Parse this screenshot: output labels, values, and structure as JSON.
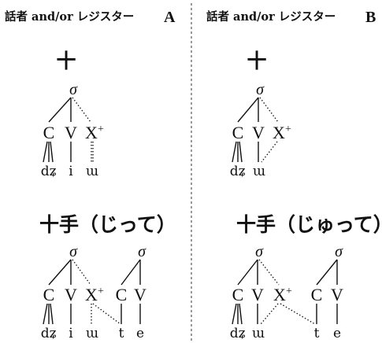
{
  "panel_a": {
    "header": "話者 and/or レジスター",
    "header_letter": "A",
    "word1": {
      "label": "十",
      "sigma": "σ",
      "nodes": [
        "C",
        "V",
        "X"
      ],
      "x_sup": "+",
      "segments": [
        "dʑ",
        "i",
        "ɯ"
      ]
    },
    "word2": {
      "label": "十手（じって）",
      "sigma1": "σ",
      "sigma2": "σ",
      "nodes1": [
        "C",
        "V",
        "X"
      ],
      "x_sup": "+",
      "nodes2": [
        "C",
        "V"
      ],
      "segments": [
        "dʑ",
        "i",
        "ɯ",
        "t",
        "e"
      ]
    }
  },
  "panel_b": {
    "header": "話者 and/or レジスター",
    "header_letter": "B",
    "word1": {
      "label": "十",
      "sigma": "σ",
      "nodes": [
        "C",
        "V",
        "X"
      ],
      "x_sup": "+",
      "segments": [
        "dʑ",
        "ɯ"
      ]
    },
    "word2": {
      "label": "十手（じゅって）",
      "sigma1": "σ",
      "sigma2": "σ",
      "nodes1": [
        "C",
        "V",
        "X"
      ],
      "x_sup": "+",
      "nodes2": [
        "C",
        "V"
      ],
      "segments": [
        "dʑ",
        "ɯ",
        "t",
        "e"
      ]
    }
  }
}
